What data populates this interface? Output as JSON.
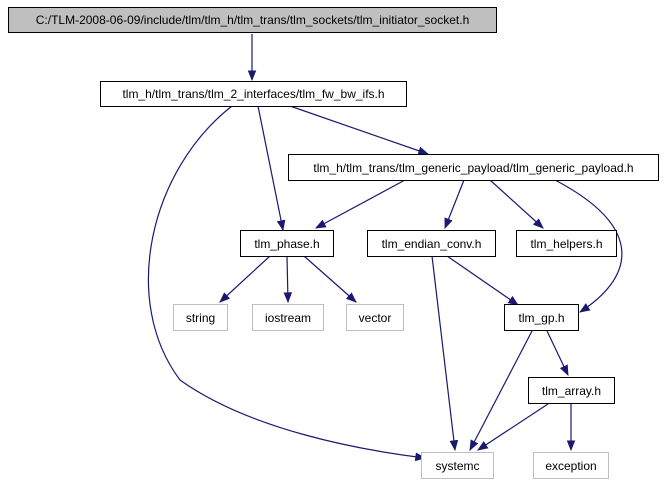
{
  "colors": {
    "edge": "#191970",
    "root_fill": "#bfbfbf",
    "internal_border": "#000000",
    "external_border": "#bfbfbf"
  },
  "nodes": {
    "initiator_socket": "C:/TLM-2008-06-09/include/tlm/tlm_h/tlm_trans/tlm_sockets/tlm_initiator_socket.h",
    "fw_bw_ifs": "tlm_h/tlm_trans/tlm_2_interfaces/tlm_fw_bw_ifs.h",
    "generic_payload": "tlm_h/tlm_trans/tlm_generic_payload/tlm_generic_payload.h",
    "phase": "tlm_phase.h",
    "endian_conv": "tlm_endian_conv.h",
    "helpers": "tlm_helpers.h",
    "string": "string",
    "iostream": "iostream",
    "vector": "vector",
    "gp": "tlm_gp.h",
    "array": "tlm_array.h",
    "systemc": "systemc",
    "exception": "exception"
  }
}
